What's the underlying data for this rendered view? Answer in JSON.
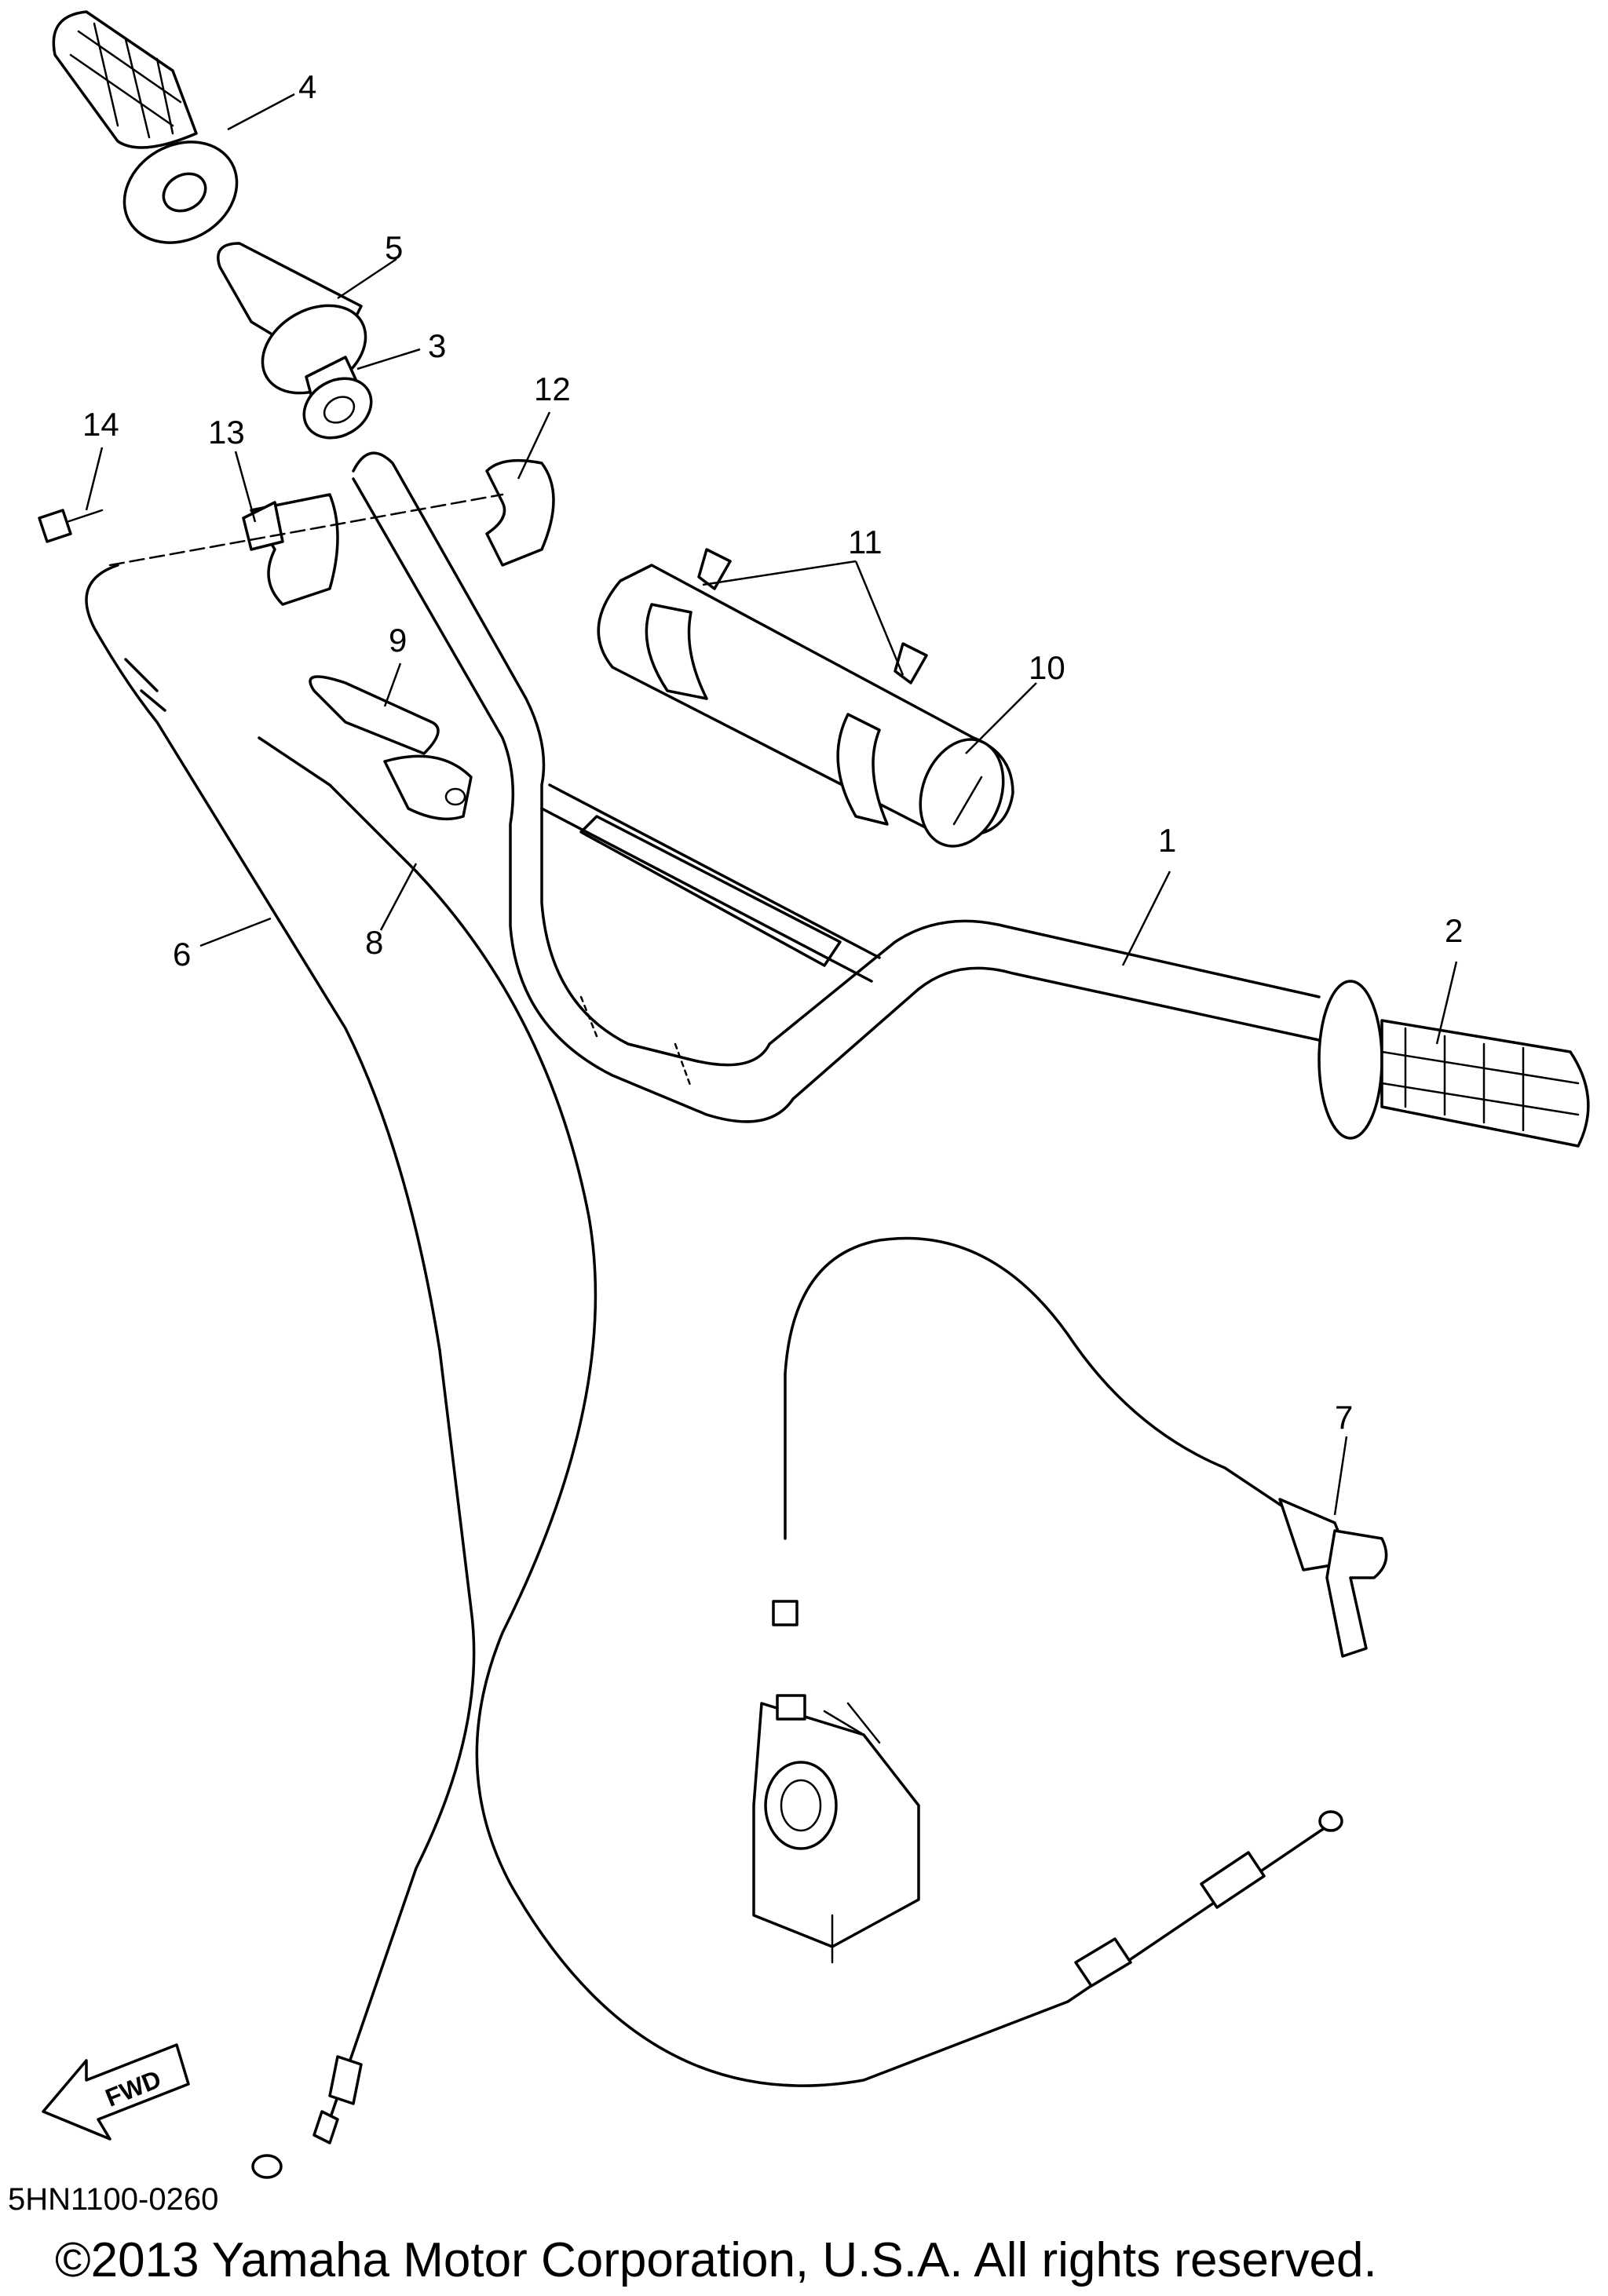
{
  "diagram": {
    "callouts": [
      {
        "label": "1"
      },
      {
        "label": "2"
      },
      {
        "label": "3"
      },
      {
        "label": "4"
      },
      {
        "label": "5"
      },
      {
        "label": "6"
      },
      {
        "label": "7"
      },
      {
        "label": "8"
      },
      {
        "label": "9"
      },
      {
        "label": "10"
      },
      {
        "label": "11"
      },
      {
        "label": "12"
      },
      {
        "label": "13"
      },
      {
        "label": "14"
      }
    ],
    "fwd_label": "FWD",
    "drawing_code": "5HN1100-0260",
    "copyright": "©2013 Yamaha Motor Corporation, U.S.A. All rights reserved."
  }
}
